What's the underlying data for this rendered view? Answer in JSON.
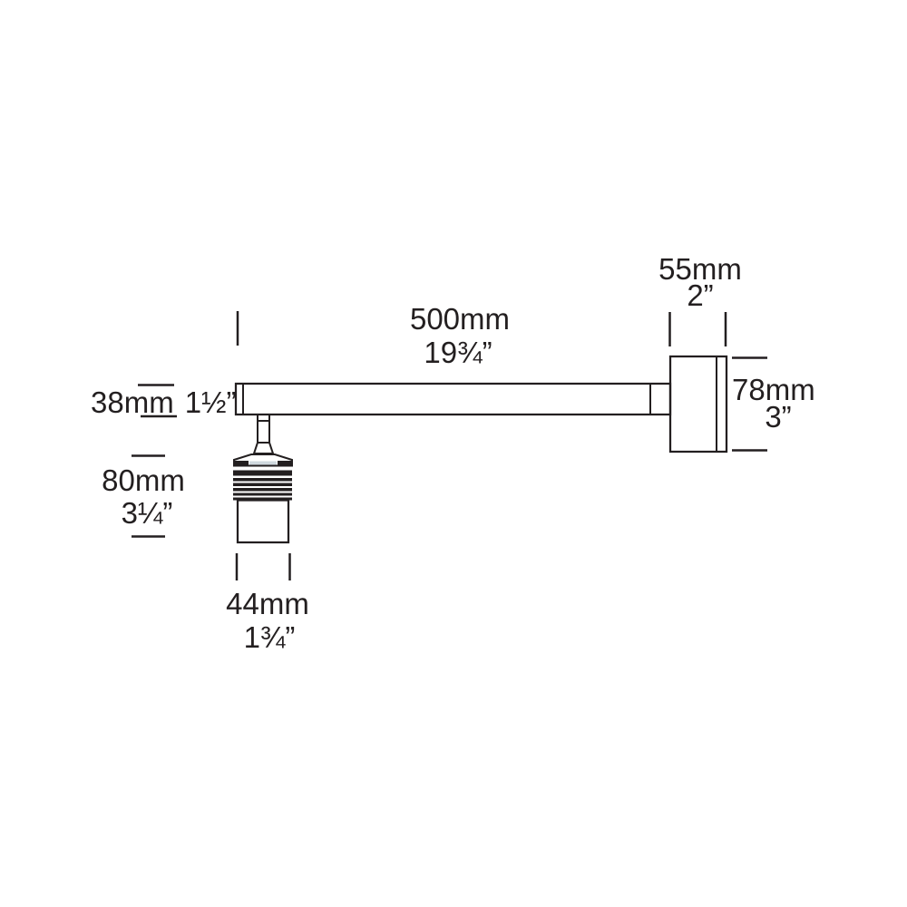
{
  "colors": {
    "line": "#231f20",
    "background": "#ffffff"
  },
  "labels": {
    "arm_length": {
      "metric": "500mm",
      "imperial": "19¾”"
    },
    "plate_width": {
      "metric": "55mm",
      "imperial": "2”"
    },
    "plate_height": {
      "metric": "78mm",
      "imperial": "3”"
    },
    "arm_height": {
      "metric": "38mm",
      "imperial": "1½”"
    },
    "head_height": {
      "metric": "80mm",
      "imperial": "3¼”"
    },
    "head_diameter": {
      "metric": "44mm",
      "imperial": "1¾”"
    }
  }
}
